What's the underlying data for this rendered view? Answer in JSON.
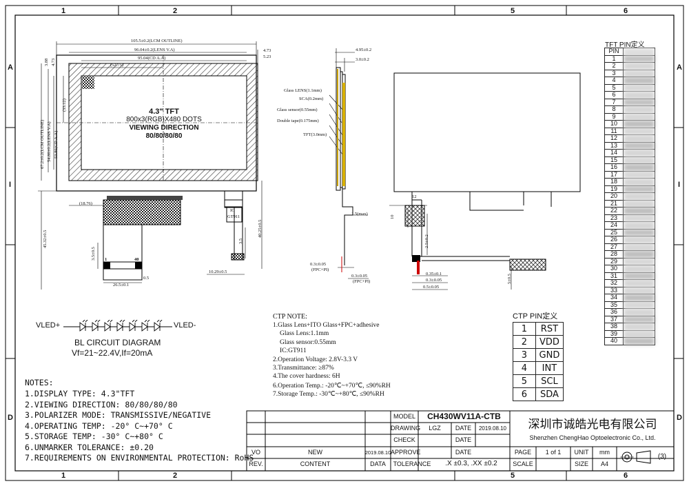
{
  "zones": {
    "cols": [
      "1",
      "2",
      "5",
      "6"
    ],
    "rows": [
      "A",
      "I",
      "D"
    ]
  },
  "display": {
    "title": "4.3\" TFT",
    "dots": "800x3(RGB)X480 DOTS",
    "vd_label": "VIEWING DIRECTION",
    "vd_value": "80/80/80/80",
    "dim_outline_w": "105.5±0.2(LCM OUTLINE)",
    "dim_lens_w": "96.04±0.2(LENS V.A)",
    "dim_ca_w": "95.04(CD A.A)",
    "dim_half": "(52.75)",
    "dim_r1": "4.73",
    "dim_r2": "5.23",
    "dim_l1": "3.88",
    "dim_l2": "4.73",
    "dim_h_outline": "67.2±0.2(LCM OUTLINE)",
    "dim_h_lens": "54.86±0.2(LENS V.A)",
    "dim_h_ca": "53.86(CD A.A)",
    "dim_h_half": "(33.12)",
    "dim_fpc_off": "(18.76)",
    "dim_fpc_len": "45.32±0.5",
    "dim_fpc2_len": "40.25±0.5",
    "dim_fpc_pitch": "3.5±0.5",
    "dim_fpc_w": "26.5±0.1",
    "dim_fpc_tail": "0.5",
    "dim_ic_w": "10.29±0.5",
    "dim_ic_h": "3.5",
    "ic_label": "IC",
    "ic_model": "GT911",
    "pin_1": "1",
    "pin_40": "40"
  },
  "side": {
    "dim_total": "4.95±0.2",
    "dim_tft": "3.0±0.2",
    "layers": [
      "Glass LENS(1.1mm)",
      "SCA(0.2mm)",
      "Glass sensor(0.55mm)",
      "Double tape(0.175mm)",
      "TFT(3.0mm)"
    ],
    "dim_bend": "1.5(max)",
    "dim_fpc1": "0.3±0.05",
    "dim_fpc1_note": "(FPC+PI)",
    "dim_fpc2": "0.3±0.05",
    "dim_fpc2_note": "(FPC+PI)"
  },
  "back": {
    "dim_conn": "12",
    "dim_10": "10",
    "dim_25": "2.5±0.2",
    "dim_035": "0.35±0.1",
    "dim_03": "0.3±0.05",
    "dim_05": "0.5±0.05",
    "dim_5": "5±0.5"
  },
  "bl": {
    "vled_plus": "VLED+",
    "vled_minus": "VLED-",
    "title": "BL CIRCUIT DIAGRAM",
    "spec": "Vf=21~22.4V,If=20mA"
  },
  "ctp_note": {
    "title": "CTP NOTE:",
    "lines": [
      "1.Glass Lens+ITO Glass+FPC+adhesive",
      "Glass Lens:1.1mm",
      "Glass sensor:0.55mm",
      "IC:GT911",
      "2.Operation Voltage: 2.8V-3.3 V",
      "3.Transmittance: ≥87%",
      "4.The cover hardness: 6H",
      "6.Operation Temp.: -20℃~+70℃, ≤90%RH",
      "7.Storage Temp.: -30℃~+80℃, ≤90%RH"
    ]
  },
  "notes": {
    "title": "NOTES:",
    "lines": [
      "1.DISPLAY TYPE:  4.3\"TFT",
      "2.VIEWING DIRECTION: 80/80/80/80",
      "3.POLARIZER MODE: TRANSMISSIVE/NEGATIVE",
      "4.OPERATING TEMP: -20° C~+70° C",
      "5.STORAGE TEMP: -30° C~+80° C",
      "6.UNMARKER TOLERANCE: ±0.20",
      "7.REQUIREMENTS ON ENVIRONMENTAL PROTECTION: RoHS"
    ]
  },
  "ctp_pins": {
    "title": "CTP PIN定义",
    "rows": [
      [
        "1",
        "RST"
      ],
      [
        "2",
        "VDD"
      ],
      [
        "3",
        "GND"
      ],
      [
        "4",
        "INT"
      ],
      [
        "5",
        "SCL"
      ],
      [
        "6",
        "SDA"
      ]
    ]
  },
  "tft_pins": {
    "title": "TFT PIN定义",
    "header": "PIN",
    "numbers": [
      "1",
      "2",
      "3",
      "4",
      "5",
      "6",
      "7",
      "8",
      "9",
      "10",
      "11",
      "12",
      "13",
      "14",
      "15",
      "16",
      "17",
      "18",
      "19",
      "20",
      "21",
      "22",
      "23",
      "24",
      "25",
      "26",
      "27",
      "28",
      "29",
      "30",
      "31",
      "32",
      "33",
      "34",
      "35",
      "36",
      "37",
      "38",
      "39",
      "40"
    ]
  },
  "titleblock": {
    "model_label": "MODEL",
    "model": "CH430WV11A-CTB",
    "drawing_label": "DRAWING",
    "drawing_by": "LGZ",
    "date_label": "DATE",
    "drawing_date": "2019.08.10",
    "check_label": "CHECK",
    "approve_label": "APPROVE",
    "vo": "VO",
    "new": "NEW",
    "rev_date": "2019.08.10",
    "rev": "REV.",
    "content": "CONTENT",
    "data": "DATA",
    "tolerance_label": "TOLERANCE",
    "tolerance": ".X  ±0.3, .XX  ±0.2",
    "company_cn": "深圳市诚皓光电有限公司",
    "company_en": "Shenzhen ChengHao Optoelectronic Co., Ltd.",
    "page_label": "PAGE",
    "page": "1  of  1",
    "unit_label": "UNIT",
    "unit": "mm",
    "scale_label": "SCALE",
    "size_label": "SIZE",
    "size": "A4",
    "projection": "(3)"
  }
}
